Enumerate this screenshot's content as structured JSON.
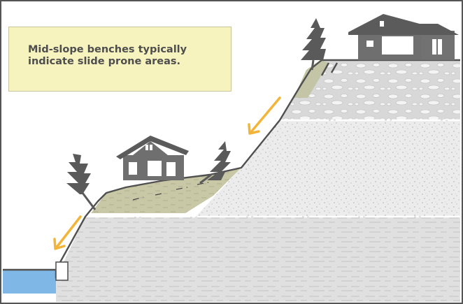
{
  "callout": {
    "text": "Mid-slope benches typically\nindicate slide prone areas."
  },
  "colors": {
    "frame": "#555555",
    "background": "#ffffff",
    "callout_fill": "#f7f3bf",
    "upper_layer": "#d8d8d8",
    "middle_layer": "#eaeaea",
    "lower_layer": "#dedede",
    "slide_mass": "#c9c9a8",
    "water": "#7fb8e6",
    "arrow": "#f2b53a",
    "house": "#6f6f6f",
    "tree": "#555555"
  },
  "icons": {
    "slide_arrows": "down-left-arrow",
    "trees": "conifer-tree",
    "houses": "house"
  }
}
